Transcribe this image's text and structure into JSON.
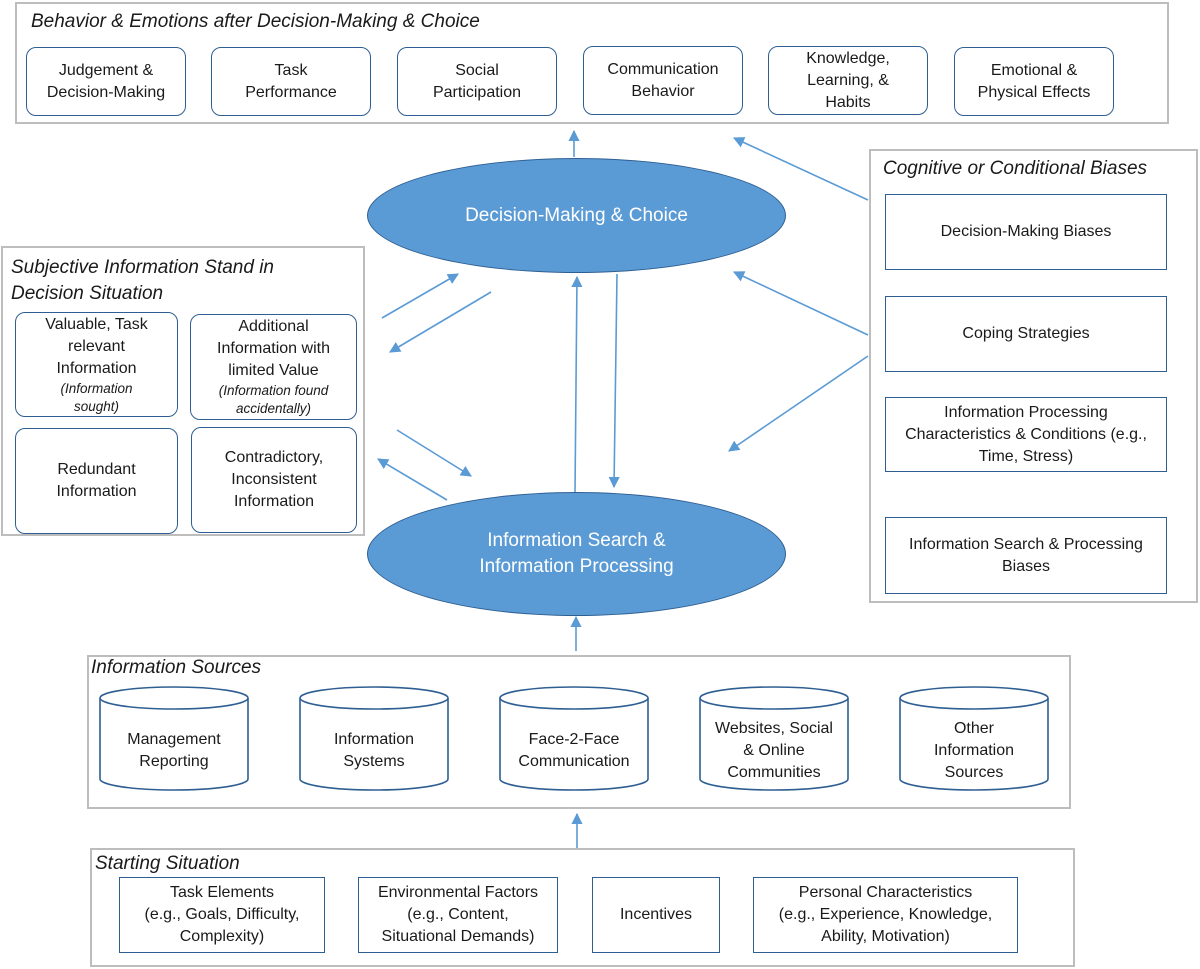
{
  "behavior": {
    "title": "Behavior & Emotions after Decision-Making & Choice",
    "items": [
      {
        "label": "Judgement &\nDecision-Making"
      },
      {
        "label": "Task\nPerformance"
      },
      {
        "label": "Social\nParticipation"
      },
      {
        "label": "Communication\nBehavior"
      },
      {
        "label": "Knowledge,\nLearning, &\nHabits"
      },
      {
        "label": "Emotional &\nPhysical Effects"
      }
    ]
  },
  "center": {
    "decision": "Decision-Making & Choice",
    "search": "Information Search &\nInformation Processing"
  },
  "subjective": {
    "title_line1": "Subjective Information Stand in",
    "title_line2": "Decision Situation",
    "items": [
      {
        "label": "Valuable, Task\nrelevant\nInformation",
        "note": "(Information\nsought)"
      },
      {
        "label": "Additional\nInformation with\nlimited Value",
        "note": "(Information found\naccidentally)"
      },
      {
        "label": "Redundant\nInformation"
      },
      {
        "label": "Contradictory,\nInconsistent\nInformation"
      }
    ]
  },
  "biases": {
    "title": "Cognitive or Conditional Biases",
    "items": [
      {
        "label": "Decision-Making Biases"
      },
      {
        "label": "Coping Strategies"
      },
      {
        "label": "Information Processing\nCharacteristics & Conditions (e.g.,\nTime, Stress)"
      },
      {
        "label": "Information Search & Processing\nBiases"
      }
    ]
  },
  "sources": {
    "title": "Information Sources",
    "items": [
      {
        "label": "Management\nReporting"
      },
      {
        "label": "Information\nSystems"
      },
      {
        "label": "Face-2-Face\nCommunication"
      },
      {
        "label": "Websites, Social\n& Online\nCommunities"
      },
      {
        "label": "Other\nInformation\nSources"
      }
    ]
  },
  "starting": {
    "title": "Starting Situation",
    "items": [
      {
        "label": "Task Elements\n(e.g., Goals, Difficulty,\nComplexity)"
      },
      {
        "label": "Environmental Factors\n(e.g., Content,\nSituational Demands)"
      },
      {
        "label": "Incentives"
      },
      {
        "label": "Personal Characteristics\n(e.g., Experience, Knowledge,\nAbility, Motivation)"
      }
    ]
  },
  "colors": {
    "ellipse_fill": "#5b9bd5",
    "box_border": "#2f5f92",
    "panel_border": "#bdbdbd",
    "arrow": "#5b9bd5"
  }
}
